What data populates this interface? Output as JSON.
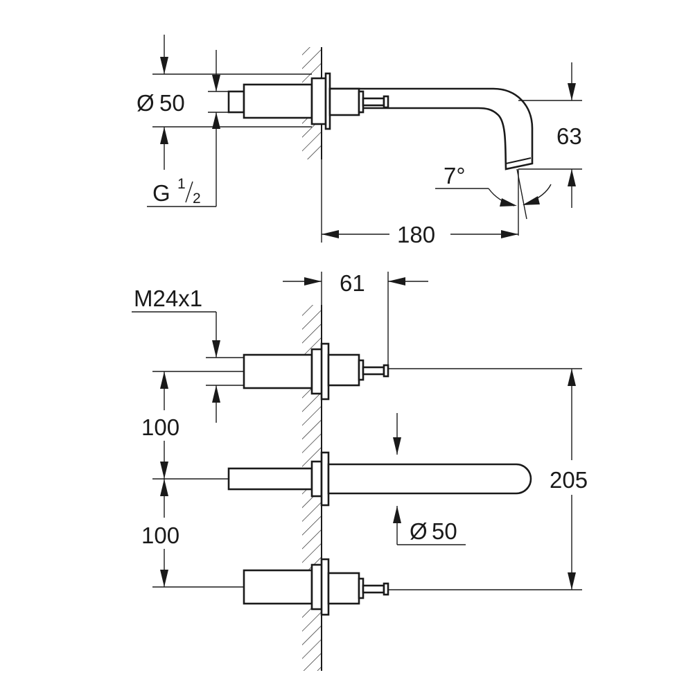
{
  "top_view": {
    "diameter_symbol": "Ø",
    "diameter_value": "50",
    "thread_g": "G",
    "thread_fraction_num": "1",
    "thread_fraction_den": "2",
    "angle": "7°",
    "projection": "180",
    "height": "63"
  },
  "front_view": {
    "depth": "61",
    "thread_m": "M24x1",
    "spacing_upper": "100",
    "spacing_lower": "100",
    "overall_height": "205",
    "spout_diameter_symbol": "Ø",
    "spout_diameter_value": "50"
  },
  "colors": {
    "line": "#1a1a1a",
    "background": "#ffffff"
  }
}
